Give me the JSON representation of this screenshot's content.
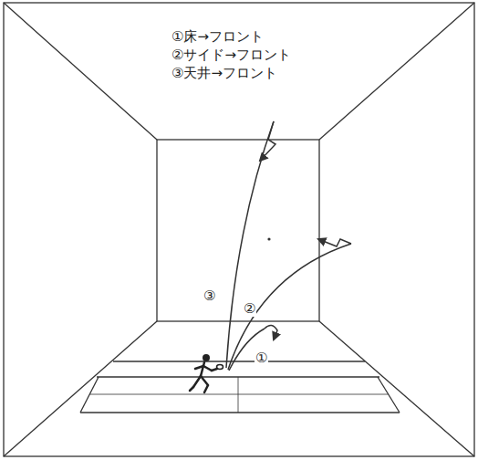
{
  "diagram": {
    "labels": [
      "①床→フロント",
      "②サイド→フロント",
      "③天井→フロント",
      "③",
      "②",
      "①"
    ]
  }
}
